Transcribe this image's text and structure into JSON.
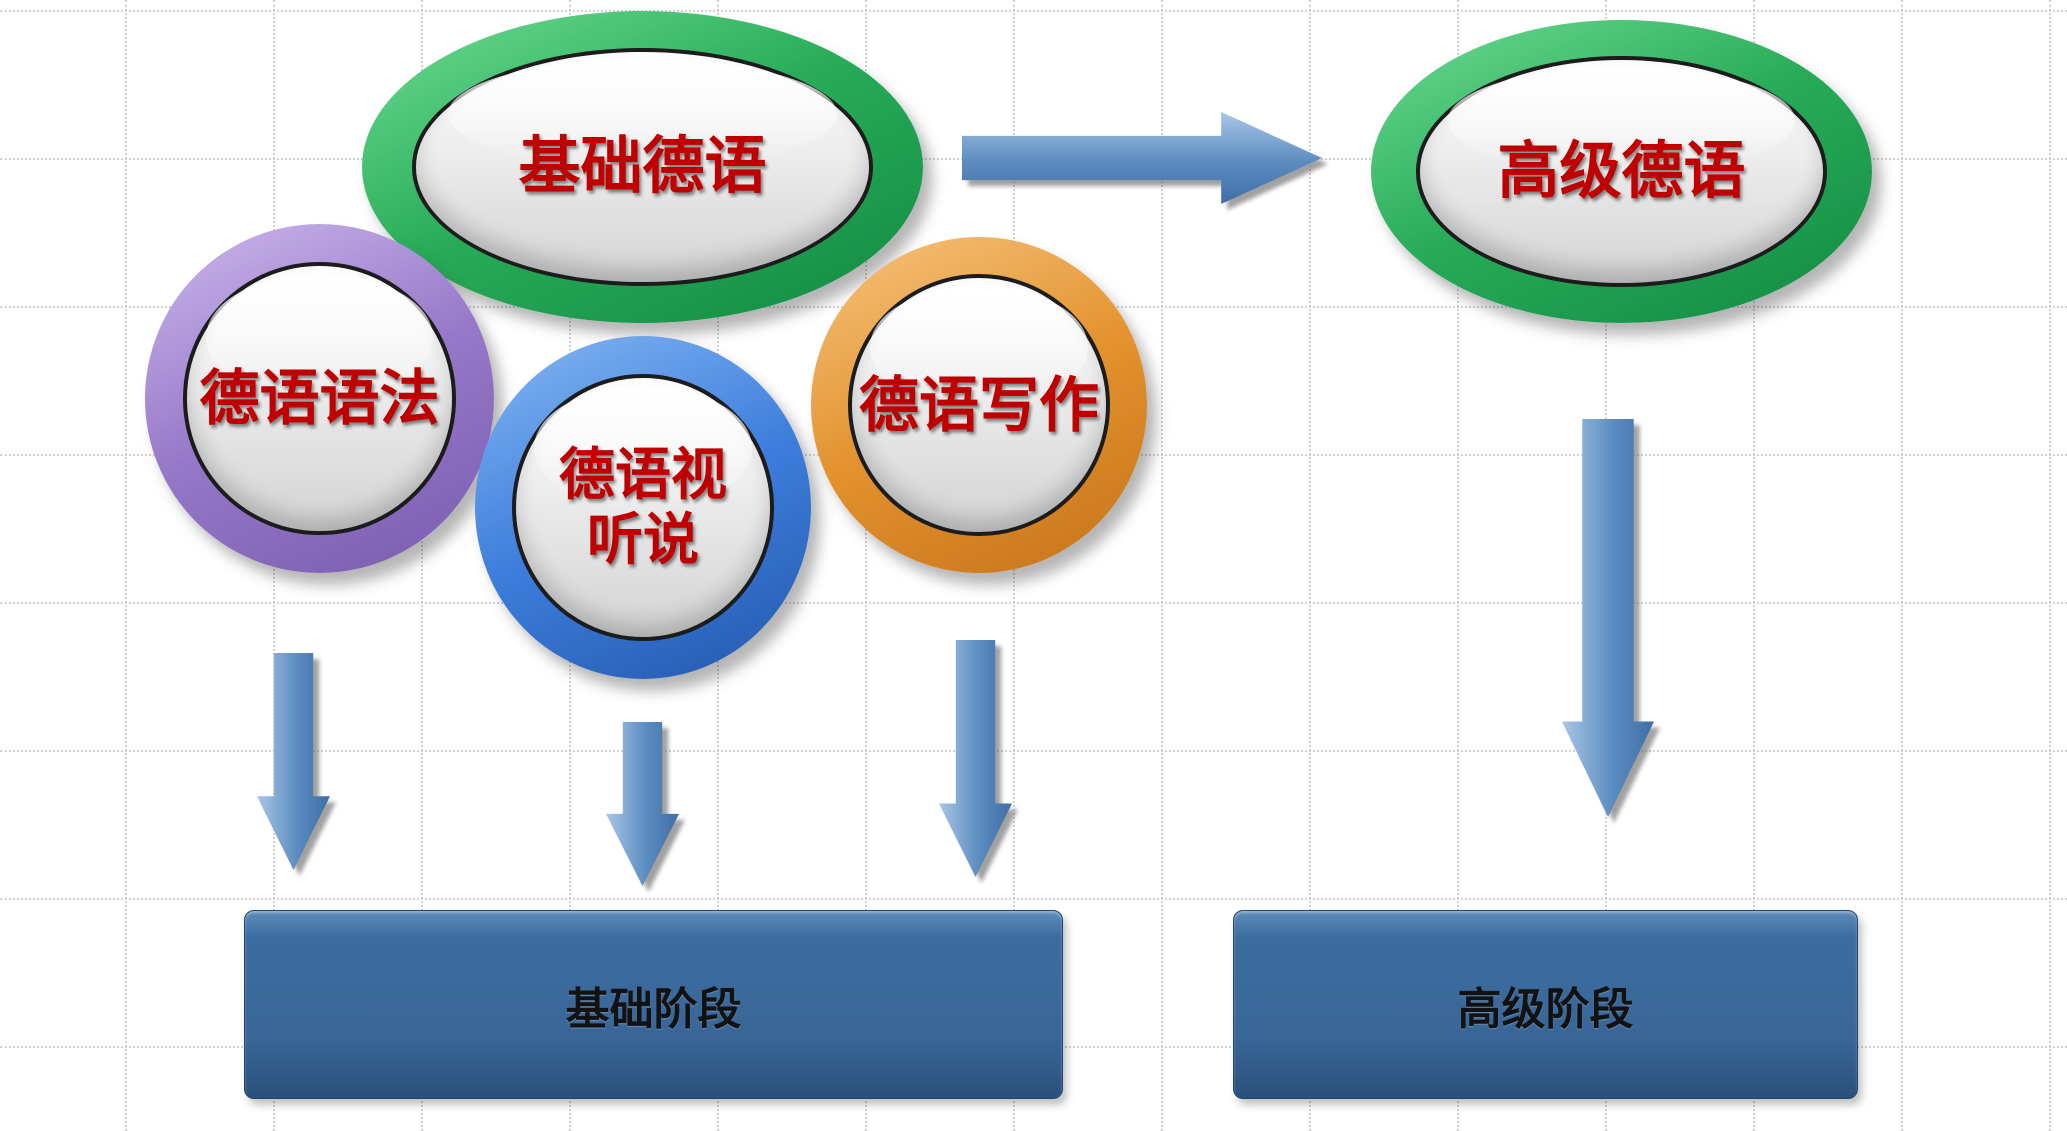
{
  "diagram_title": "German course progression diagram",
  "colors": {
    "background": "#FFFFFF",
    "grid": "#CCCCCC",
    "node_text": "#C00000",
    "ring_green": "#27AB58",
    "ring_purple": "#9678C8",
    "ring_blue": "#3D7EDC",
    "ring_orange": "#E3922E",
    "node_fill": "#E8E9EA",
    "arrow": "#5B8CC0",
    "bar_fill": "#386697",
    "bar_text": "#121212"
  },
  "nodes": {
    "basic_german": {
      "label": "基础德语"
    },
    "advanced_german": {
      "label": "高级德语"
    },
    "grammar": {
      "label": "德语语法"
    },
    "audio_visual_speaking": {
      "label": "德语视听说"
    },
    "writing": {
      "label": "德语写作"
    }
  },
  "stages": {
    "basic": {
      "label": "基础阶段"
    },
    "advanced": {
      "label": "高级阶段"
    }
  },
  "arrows": {
    "basic_to_advanced": "right-arrow",
    "grammar_to_basic_stage": "down-arrow",
    "audio_visual_to_basic_stage": "down-arrow",
    "writing_to_basic_stage": "down-arrow",
    "advanced_to_advanced_stage": "down-arrow"
  }
}
